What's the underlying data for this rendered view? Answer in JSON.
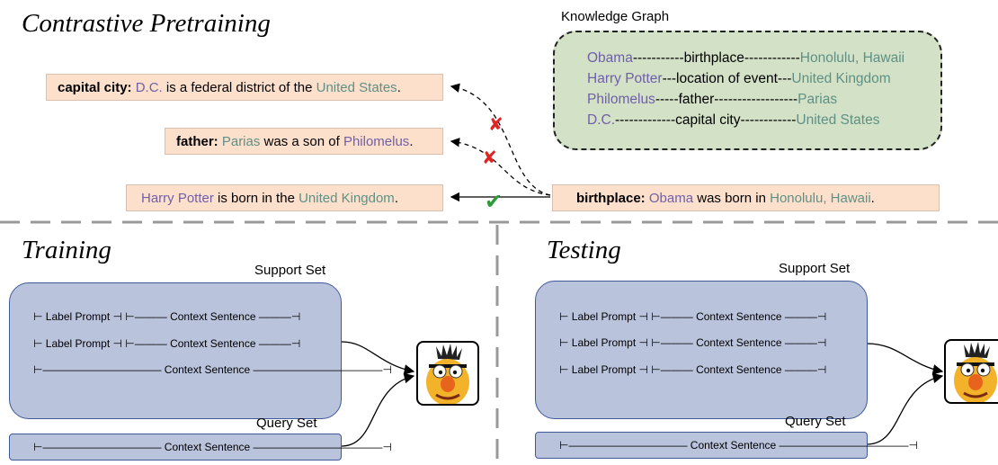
{
  "contrastive": {
    "title": "Contrastive Pretraining",
    "sentences": [
      {
        "label": "capital city:",
        "p1": "D.C.",
        "p2": " is a federal district of the ",
        "p3": "United States",
        "p4": "."
      },
      {
        "label": "father:",
        "p1": "Parias",
        "p2": " was a son of ",
        "p3": "Philomelus",
        "p4": "."
      },
      {
        "label": "",
        "p1": "Harry Potter",
        "p2": " is born in the ",
        "p3": "United Kingdom",
        "p4": "."
      },
      {
        "label": "birthplace:",
        "p1": "Obama",
        "p2": " was born in ",
        "p3": "Honolulu, Hawaii",
        "p4": "."
      }
    ],
    "marks": {
      "wrong": "✘",
      "right": "✔"
    }
  },
  "knowledge_graph": {
    "title": "Knowledge Graph",
    "rows": [
      {
        "head": "Obama",
        "rel": "-----------birthplace------------",
        "tail": "Honolulu, Hawaii"
      },
      {
        "head": "Harry Potter",
        "rel": "---location of event---",
        "tail": "United Kingdom"
      },
      {
        "head": "Philomelus",
        "rel": "-----father------------------",
        "tail": "Parias"
      },
      {
        "head": "D.C.",
        "rel": "-------------capital city------------",
        "tail": "United States"
      }
    ]
  },
  "training": {
    "title": "Training",
    "support_label": "Support Set",
    "query_label": "Query Set",
    "support_rows": [
      {
        "a": "Label Prompt",
        "b": "Context Sentence"
      },
      {
        "a": "Label Prompt",
        "b": "Context Sentence"
      },
      {
        "a": "",
        "b": "Context Sentence"
      }
    ],
    "query_text": "Context Sentence"
  },
  "testing": {
    "title": "Testing",
    "support_label": "Support Set",
    "query_label": "Query Set",
    "support_rows": [
      {
        "a": "Label Prompt",
        "b": "Context Sentence"
      },
      {
        "a": "Label Prompt",
        "b": "Context Sentence"
      },
      {
        "a": "Label Prompt",
        "b": "Context Sentence"
      }
    ],
    "query_text": "Context Sentence"
  },
  "colors": {
    "sentence_bg": "#fde0cc",
    "kg_bg": "#d3e2c7",
    "set_bg": "#b9c3dc",
    "entity_purple": "#6f5fa8",
    "entity_teal": "#5e9085",
    "check_green": "#2e9a3a",
    "cross_red": "#e02424"
  }
}
